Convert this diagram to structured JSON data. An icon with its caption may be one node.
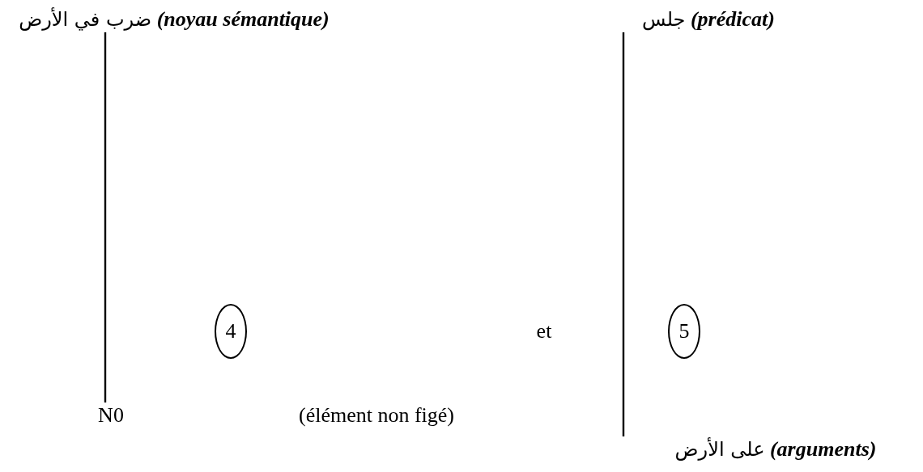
{
  "diagram": {
    "nodes": [
      {
        "text": [
          "(noyau sémantique)",
          "ضرب في الأرض"
        ]
      },
      {
        "text": [
          "N0"
        ]
      },
      {
        "text": [
          "4"
        ]
      },
      {
        "text": [
          "(prédicat)",
          "جلس"
        ]
      },
      {
        "text": [
          "(arguments)",
          "على الأرض"
        ]
      },
      {
        "text": [
          "5"
        ]
      }
    ],
    "edges": [
      {
        "from": 0,
        "to": 1,
        "arrow": "none"
      },
      {
        "from": 3,
        "to": 4,
        "arrow": "none"
      }
    ],
    "labels": [
      "(élément non figé)",
      "et"
    ]
  }
}
